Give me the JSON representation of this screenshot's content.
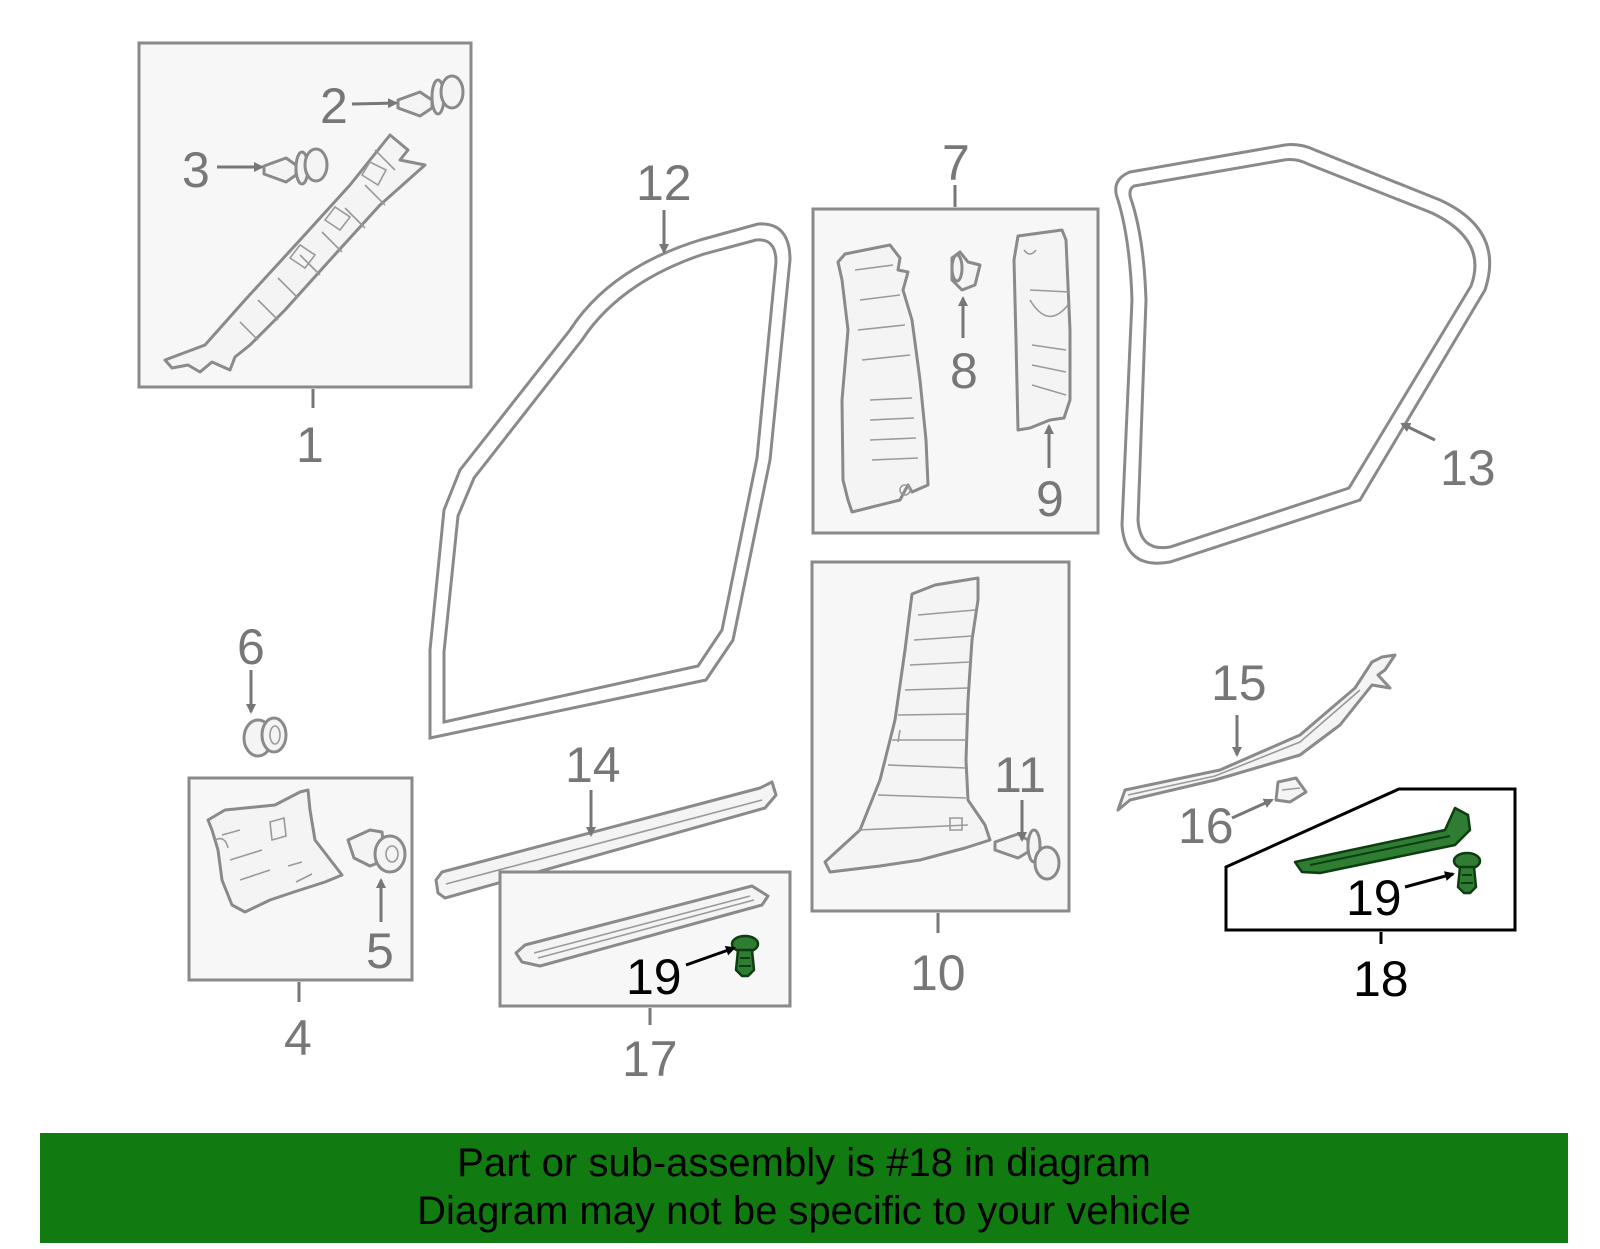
{
  "callouts": [
    "1",
    "2",
    "3",
    "4",
    "5",
    "6",
    "7",
    "8",
    "9",
    "10",
    "11",
    "12",
    "13",
    "14",
    "15",
    "16",
    "17",
    "18",
    "19",
    "19"
  ],
  "highlighted_part": "18",
  "colors": {
    "highlight": "#117a11",
    "part_line": "#8a8a8a",
    "label": "#777777"
  },
  "banner": {
    "line1": "Part or sub-assembly is #18 in diagram",
    "line2": "Diagram may not be specific to your vehicle"
  }
}
